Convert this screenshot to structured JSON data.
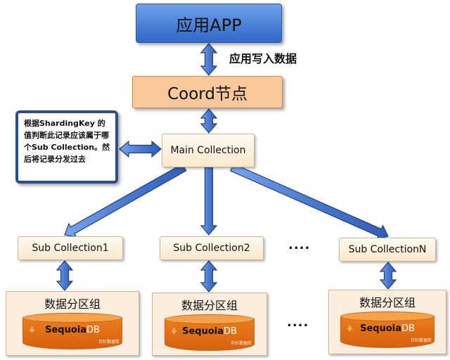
{
  "nodes": {
    "app": "应用APP",
    "coord": "Coord节点",
    "main_collection": "Main Collection",
    "sub_collections": [
      "Sub Collection1",
      "Sub Collection2",
      "Sub CollectionN"
    ],
    "ellipsis": "....",
    "data_group_label": "数据分区组",
    "db_brand": "Sequoia",
    "db_brand_suffix": "DB",
    "db_tagline": "巨杉数据库"
  },
  "labels": {
    "app_write": "应用写入数据",
    "sharding_note": "根据ShardingKey 的值判断此记录应该属于哪个Sub Collection。然后将记录分发过去"
  },
  "colors": {
    "arrow_fill": "#4a7ad0",
    "arrow_stroke": "#223f7a",
    "app_box": "#3f7ad6",
    "coord_box": "#f9c89a",
    "collection_box": "#fdf3e3",
    "db_cylinder": "#e2701a"
  }
}
